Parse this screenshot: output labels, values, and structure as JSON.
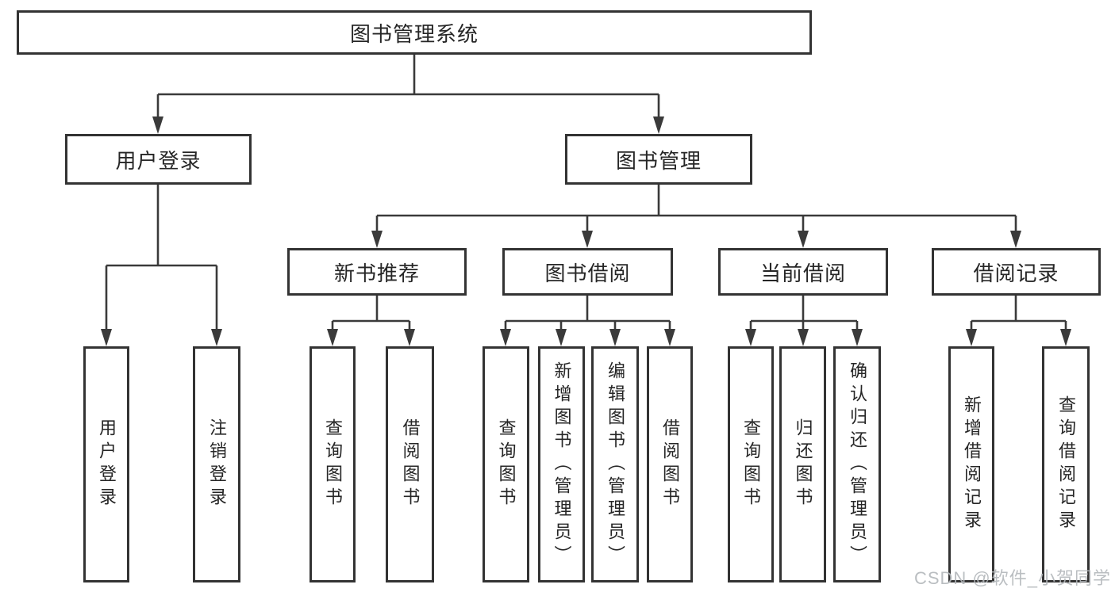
{
  "diagram": {
    "root": {
      "label": "图书管理系统"
    },
    "branches": [
      {
        "label": "用户登录",
        "leaves": [
          {
            "label": "用户登录"
          },
          {
            "label": "注销登录"
          }
        ]
      },
      {
        "label": "图书管理",
        "groups": [
          {
            "label": "新书推荐",
            "leaves": [
              {
                "label": "查询图书"
              },
              {
                "label": "借阅图书"
              }
            ]
          },
          {
            "label": "图书借阅",
            "leaves": [
              {
                "label": "查询图书"
              },
              {
                "label": "新增图书（管理员）"
              },
              {
                "label": "编辑图书（管理员）"
              },
              {
                "label": "借阅图书"
              }
            ]
          },
          {
            "label": "当前借阅",
            "leaves": [
              {
                "label": "查询图书"
              },
              {
                "label": "归还图书"
              },
              {
                "label": "确认归还（管理员）"
              }
            ]
          },
          {
            "label": "借阅记录",
            "leaves": [
              {
                "label": "新增借阅记录"
              },
              {
                "label": "查询借阅记录"
              }
            ]
          }
        ]
      }
    ]
  },
  "watermark": {
    "text": "CSDN @软件_小贺同学"
  },
  "colors": {
    "line": "#3a3a3a",
    "border": "#333333",
    "text": "#262626",
    "background": "#ffffff",
    "watermark": "#b3b7bb"
  }
}
